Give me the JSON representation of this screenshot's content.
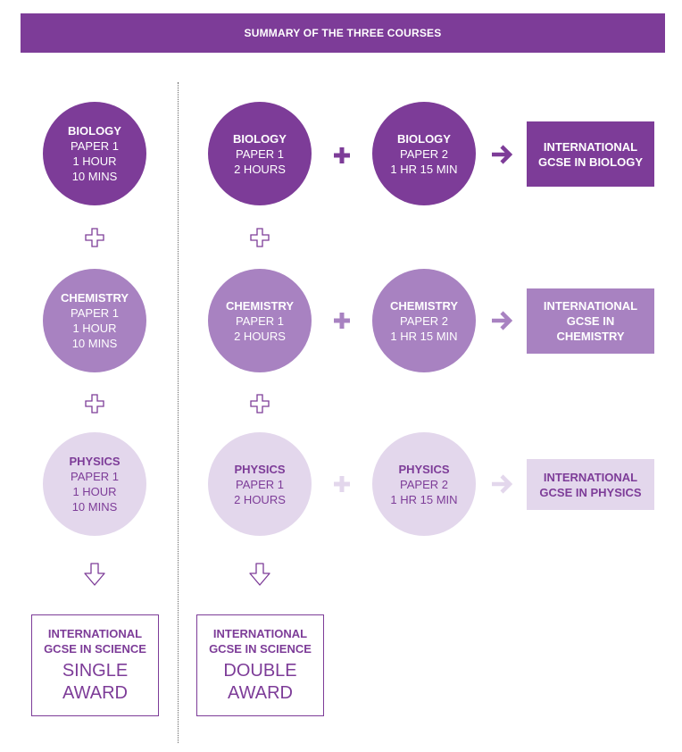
{
  "banner": {
    "title": "SUMMARY OF THE THREE COURSES"
  },
  "single": {
    "biology": {
      "title": "BIOLOGY",
      "line1": "PAPER 1",
      "line2": "1 HOUR",
      "line3": "10 MINS"
    },
    "chemistry": {
      "title": "CHEMISTRY",
      "line1": "PAPER 1",
      "line2": "1 HOUR",
      "line3": "10 MINS"
    },
    "physics": {
      "title": "PHYSICS",
      "line1": "PAPER 1",
      "line2": "1 HOUR",
      "line3": "10 MINS"
    },
    "award": {
      "heading": "INTERNATIONAL GCSE IN SCIENCE",
      "name_line1": "SINGLE",
      "name_line2": "AWARD"
    }
  },
  "double": {
    "biology": {
      "title": "BIOLOGY",
      "line1": "PAPER 1",
      "line2": "2 HOURS"
    },
    "chemistry": {
      "title": "CHEMISTRY",
      "line1": "PAPER 1",
      "line2": "2 HOURS"
    },
    "physics": {
      "title": "PHYSICS",
      "line1": "PAPER 1",
      "line2": "2 HOURS"
    },
    "award": {
      "heading": "INTERNATIONAL GCSE IN SCIENCE",
      "name_line1": "DOUBLE",
      "name_line2": "AWARD"
    }
  },
  "triple": {
    "biology": {
      "title": "BIOLOGY",
      "line1": "PAPER 2",
      "line2": "1 HR 15 MIN",
      "result": "INTERNATIONAL GCSE IN BIOLOGY"
    },
    "chemistry": {
      "title": "CHEMISTRY",
      "line1": "PAPER 2",
      "line2": "1 HR 15 MIN",
      "result": "INTERNATIONAL GCSE IN CHEMISTRY"
    },
    "physics": {
      "title": "PHYSICS",
      "line1": "PAPER 2",
      "line2": "1 HR 15 MIN",
      "result": "INTERNATIONAL GCSE IN PHYSICS"
    }
  },
  "colors": {
    "dark": "#7d3c98",
    "medium": "#a882c1",
    "light": "#e3d7ec"
  },
  "icons": {
    "plus_outline": "plus-outline-icon",
    "plus_solid": "plus-icon",
    "arrow_right": "arrow-right-icon",
    "arrow_down": "arrow-down-icon"
  }
}
